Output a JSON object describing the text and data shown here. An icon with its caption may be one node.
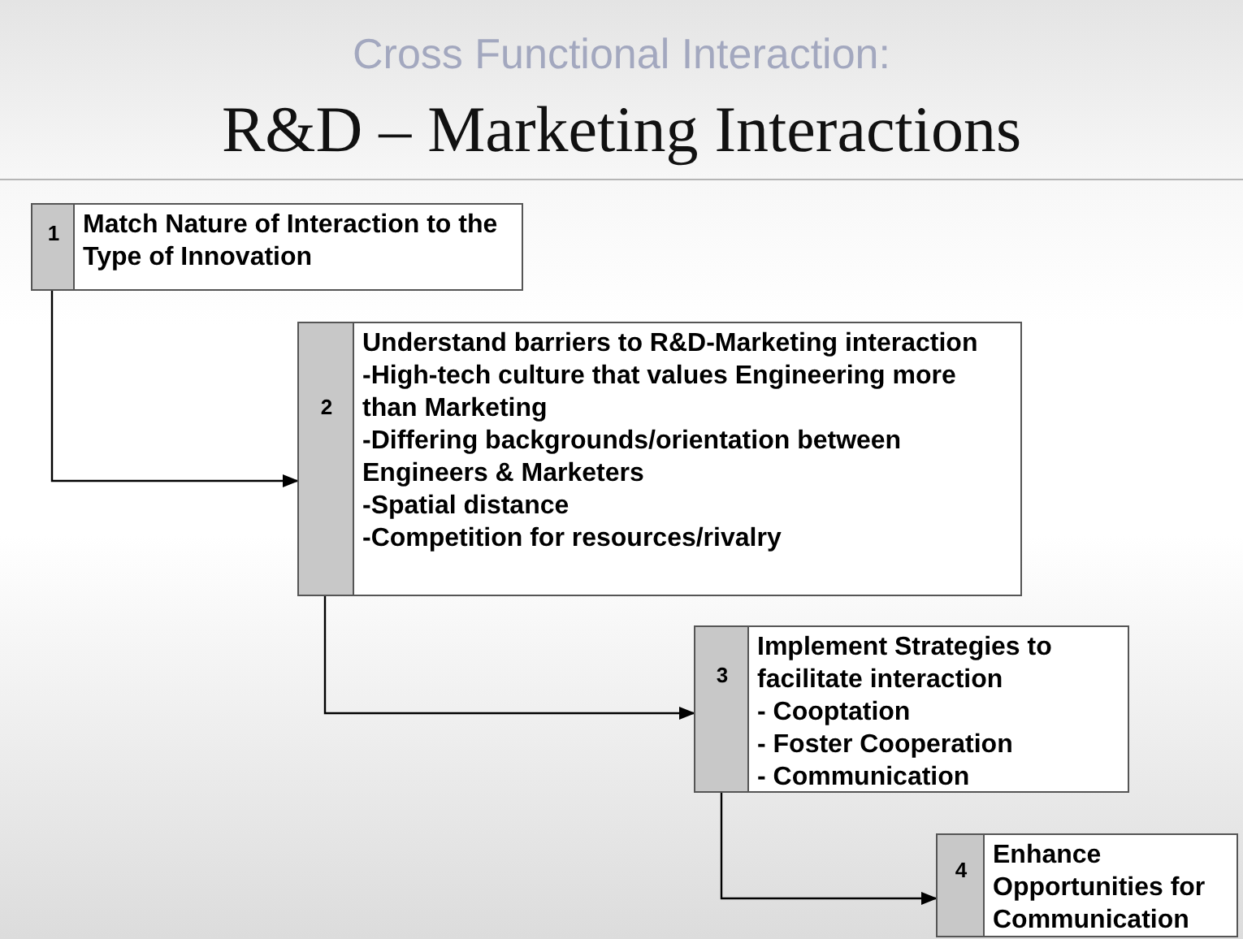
{
  "diagram": {
    "title": "R&D – Marketing Interactions",
    "nodes": [
      {
        "text": [
          "1",
          "Match Nature of Interaction to the Type of Innovation"
        ]
      },
      {
        "text": [
          "2",
          "Understand barriers to R&D-Marketing interaction",
          "-High-tech culture that values Engineering more than Marketing",
          "-Differing backgrounds/orientation between Engineers & Marketers",
          "-Spatial distance",
          "-Competition for resources/rivalry"
        ]
      },
      {
        "text": [
          "3",
          "Implement Strategies to facilitate interaction",
          "- Cooptation",
          "- Foster Cooperation",
          "- Communication"
        ]
      },
      {
        "text": [
          "4",
          "Enhance Opportunities for Communication"
        ]
      }
    ],
    "edges": [
      {
        "from": 0,
        "to": 1,
        "arrow": "to"
      },
      {
        "from": 1,
        "to": 2,
        "arrow": "to"
      },
      {
        "from": 2,
        "to": 3,
        "arrow": "to"
      }
    ],
    "labels": [
      "Cross Functional Interaction:"
    ]
  }
}
